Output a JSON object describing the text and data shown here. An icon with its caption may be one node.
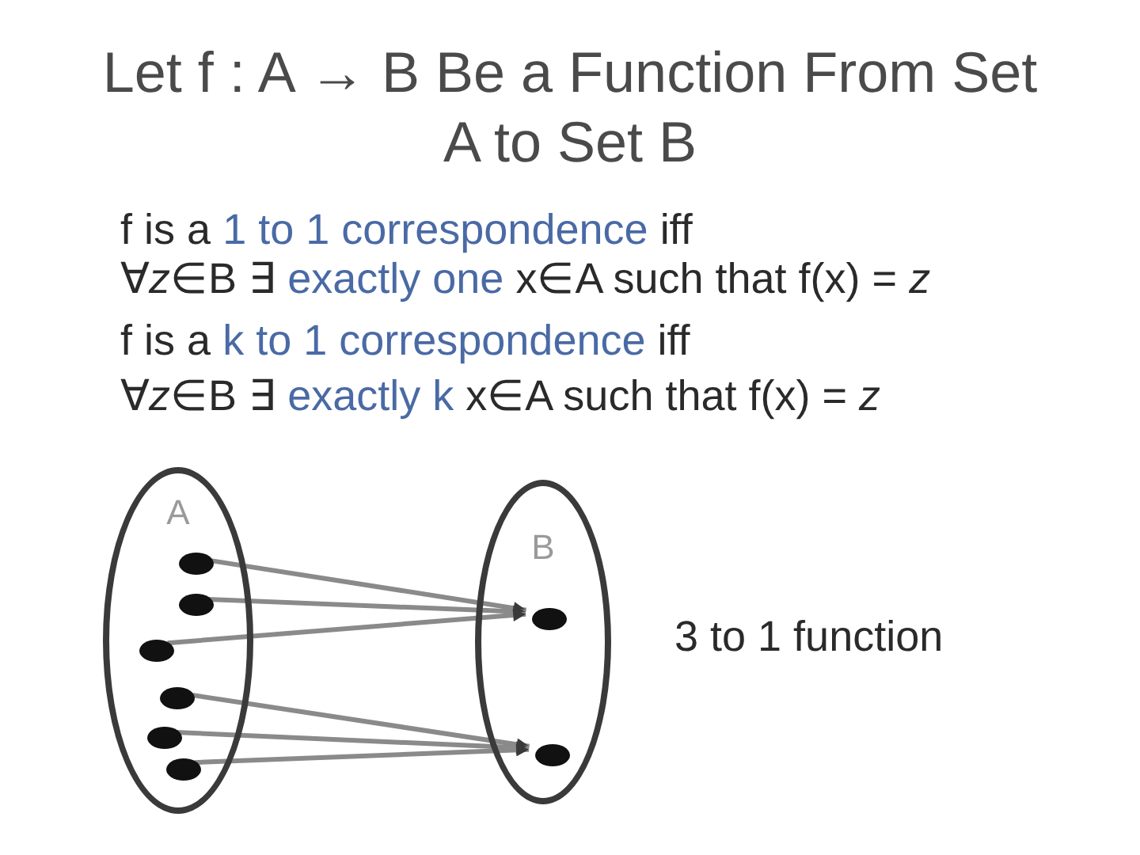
{
  "diagram": {
    "title": "Let f : A → B Be a Function From Set A to Set B",
    "nodes": [
      {
        "text": [
          "A"
        ]
      },
      {
        "text": [],
        "shape": "dot",
        "in": 0
      },
      {
        "text": [],
        "shape": "dot",
        "in": 0
      },
      {
        "text": [],
        "shape": "dot",
        "in": 0
      },
      {
        "text": [],
        "shape": "dot",
        "in": 0
      },
      {
        "text": [],
        "shape": "dot",
        "in": 0
      },
      {
        "text": [],
        "shape": "dot",
        "in": 0
      },
      {
        "text": [
          "B"
        ]
      },
      {
        "text": [],
        "shape": "dot",
        "in": 7
      },
      {
        "text": [],
        "shape": "dot",
        "in": 7
      }
    ],
    "edges": [
      {
        "from": 1,
        "to": 8,
        "arrow": "to"
      },
      {
        "from": 2,
        "to": 8,
        "arrow": "to"
      },
      {
        "from": 3,
        "to": 8,
        "arrow": "to"
      },
      {
        "from": 4,
        "to": 9,
        "arrow": "to"
      },
      {
        "from": 5,
        "to": 9,
        "arrow": "to"
      },
      {
        "from": 6,
        "to": 9,
        "arrow": "to"
      }
    ],
    "labels": [
      "f is a",
      "1 to 1 correspondence",
      "iff",
      "∀*z*∈B ∃",
      "exactly one",
      "x∈A such that f(x) = *z*",
      "f is a",
      "k to 1 correspondence",
      "iff",
      "∀*z*∈B ∃",
      "exactly k",
      "x∈A such that f(x) = *z*",
      "3 to 1 function"
    ]
  }
}
